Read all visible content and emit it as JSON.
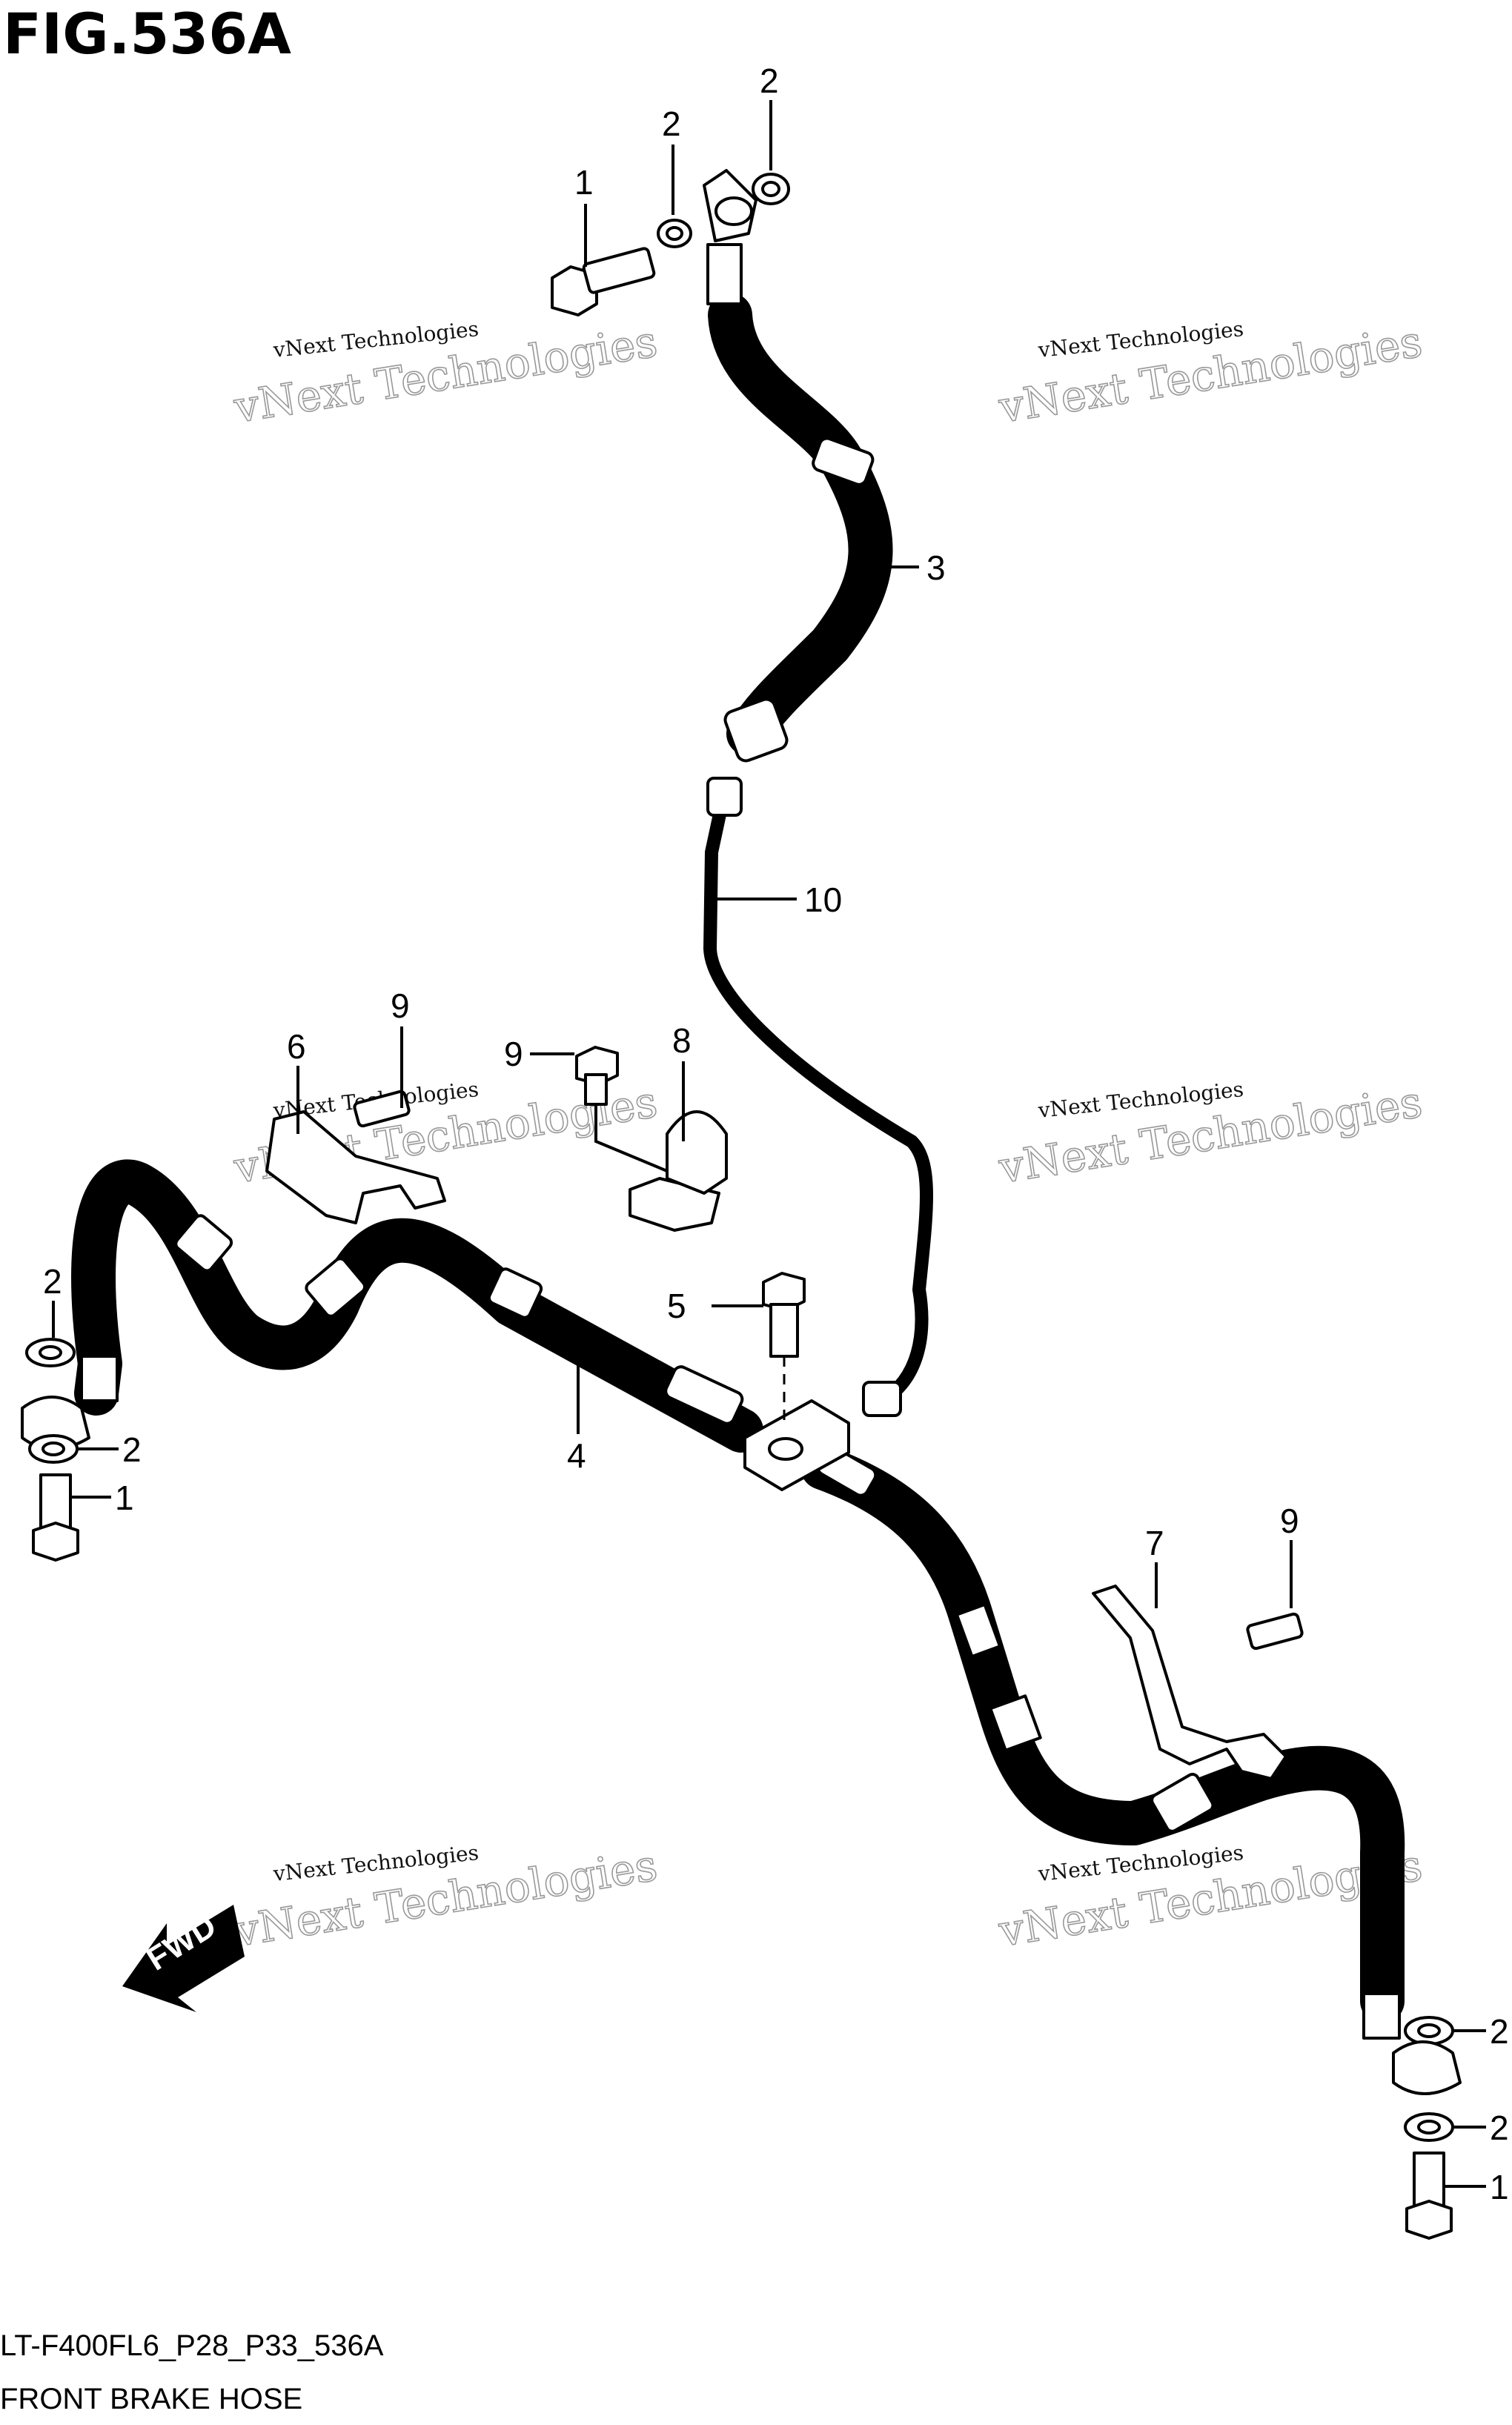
{
  "figure": {
    "title": "FIG.536A",
    "model_code": "LT-F400FL6_P28_P33_536A",
    "caption": "FRONT BRAKE HOSE"
  },
  "watermark": {
    "small_text": "vNext Technologies",
    "large_text": "vNext Technologies"
  },
  "direction_badge": "FWD",
  "callouts": [
    {
      "id": "c1a",
      "number": "1"
    },
    {
      "id": "c2a",
      "number": "2"
    },
    {
      "id": "c2b",
      "number": "2"
    },
    {
      "id": "c3",
      "number": "3"
    },
    {
      "id": "c10",
      "number": "10"
    },
    {
      "id": "c6",
      "number": "6"
    },
    {
      "id": "c9a",
      "number": "9"
    },
    {
      "id": "c9b",
      "number": "9"
    },
    {
      "id": "c8",
      "number": "8"
    },
    {
      "id": "c5",
      "number": "5"
    },
    {
      "id": "c4",
      "number": "4"
    },
    {
      "id": "c2c",
      "number": "2"
    },
    {
      "id": "c2d",
      "number": "2"
    },
    {
      "id": "c1b",
      "number": "1"
    },
    {
      "id": "c7",
      "number": "7"
    },
    {
      "id": "c9c",
      "number": "9"
    },
    {
      "id": "c2e",
      "number": "2"
    },
    {
      "id": "c2f",
      "number": "2"
    },
    {
      "id": "c1c",
      "number": "1"
    }
  ]
}
